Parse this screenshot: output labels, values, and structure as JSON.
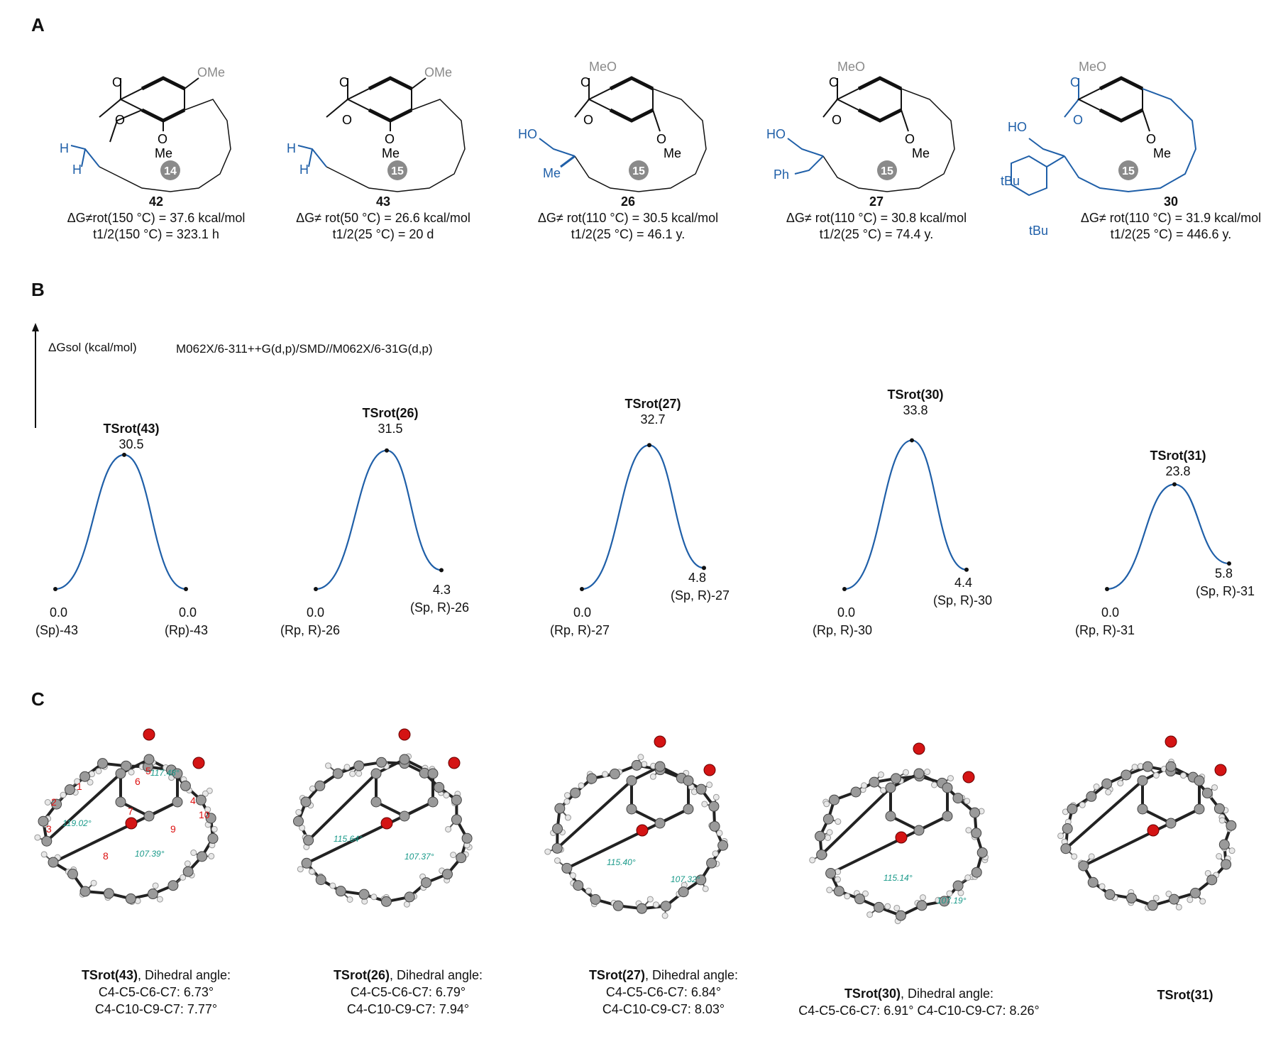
{
  "panels": {
    "a": "A",
    "b": "B",
    "c": "C"
  },
  "panelA": {
    "compounds": [
      {
        "id": "42",
        "ring": "14",
        "line1": "ΔG≠rot(150 °C) = 37.6 kcal/mol",
        "line2": "t1/2(150 °C) = 323.1 h",
        "ome_top": "OMe",
        "ome_bottom": "O",
        "me": "Me",
        "h1": "H",
        "h2": "H"
      },
      {
        "id": "43",
        "ring": "15",
        "line1": "ΔG≠ rot(50 °C) = 26.6 kcal/mol",
        "line2": "t1/2(25 °C) = 20 d",
        "ome_top": "OMe",
        "me": "Me",
        "h1": "H",
        "h2": "H"
      },
      {
        "id": "26",
        "ring": "15",
        "line1": "ΔG≠ rot(110 °C) = 30.5 kcal/mol",
        "line2": "t1/2(25 °C) = 46.1 y.",
        "ome_top": "MeO",
        "me": "Me",
        "ho": "HO",
        "sub": "Me"
      },
      {
        "id": "27",
        "ring": "15",
        "line1": "ΔG≠ rot(110 °C) = 30.8 kcal/mol",
        "line2": "t1/2(25 °C) = 74.4 y.",
        "ome_top": "MeO",
        "me": "Me",
        "ho": "HO",
        "sub": "Ph"
      },
      {
        "id": "30",
        "ring": "15",
        "line1": "ΔG≠ rot(110 °C) = 31.9 kcal/mol",
        "line2": "t1/2(25 °C) = 446.6 y.",
        "ome_top": "MeO",
        "me": "Me",
        "ho": "HO",
        "tbu1": "tBu",
        "tbu2": "tBu"
      }
    ]
  },
  "panelB": {
    "ylabel": "ΔGsol (kcal/mol)",
    "method": "M062X/6-311++G(d,p)/SMD//M062X/6-31G(d,p)",
    "curve_color": "#1f5fa8",
    "profiles": [
      {
        "ts": "TSrot(43)",
        "ts_energy": 30.5,
        "left_energy": 0.0,
        "right_energy": 0.0,
        "left_label": "(Sp)-43",
        "right_label": "(Rp)-43"
      },
      {
        "ts": "TSrot(26)",
        "ts_energy": 31.5,
        "left_energy": 0.0,
        "right_energy": 4.3,
        "left_label": "(Rp, R)-26",
        "right_label": "(Sp, R)-26"
      },
      {
        "ts": "TSrot(27)",
        "ts_energy": 32.7,
        "left_energy": 0.0,
        "right_energy": 4.8,
        "left_label": "(Rp, R)-27",
        "right_label": "(Sp, R)-27"
      },
      {
        "ts": "TSrot(30)",
        "ts_energy": 33.8,
        "left_energy": 0.0,
        "right_energy": 4.4,
        "left_label": "(Rp, R)-30",
        "right_label": "(Sp, R)-30"
      },
      {
        "ts": "TSrot(31)",
        "ts_energy": 23.8,
        "left_energy": 0.0,
        "right_energy": 5.8,
        "left_label": "(Rp, R)-31",
        "right_label": "(Sp, R)-31"
      }
    ]
  },
  "chart_data": {
    "type": "line",
    "title": "",
    "ylabel": "ΔGsol (kcal/mol)",
    "series": [
      {
        "name": "43",
        "x": [
          "(Sp)-43",
          "TSrot(43)",
          "(Rp)-43"
        ],
        "values": [
          0.0,
          30.5,
          0.0
        ]
      },
      {
        "name": "26",
        "x": [
          "(Rp, R)-26",
          "TSrot(26)",
          "(Sp, R)-26"
        ],
        "values": [
          0.0,
          31.5,
          4.3
        ]
      },
      {
        "name": "27",
        "x": [
          "(Rp, R)-27",
          "TSrot(27)",
          "(Sp, R)-27"
        ],
        "values": [
          0.0,
          32.7,
          4.8
        ]
      },
      {
        "name": "30",
        "x": [
          "(Rp, R)-30",
          "TSrot(30)",
          "(Sp, R)-30"
        ],
        "values": [
          0.0,
          33.8,
          4.4
        ]
      },
      {
        "name": "31",
        "x": [
          "(Rp, R)-31",
          "TSrot(31)",
          "(Sp, R)-31"
        ],
        "values": [
          0.0,
          23.8,
          5.8
        ]
      }
    ]
  },
  "panelC": {
    "structures": [
      {
        "ts": "TSrot(43)",
        "title_suffix": ", Dihedral angle:",
        "d1": "C4-C5-C6-C7: 6.73°",
        "d2": "C4-C10-C9-C7: 7.77°",
        "angles": [
          "117.48°",
          "119.02°",
          "107.39°"
        ],
        "numbers": [
          "1",
          "2",
          "3",
          "4",
          "5",
          "6",
          "7",
          "8",
          "9",
          "10"
        ]
      },
      {
        "ts": "TSrot(26)",
        "title_suffix": ", Dihedral angle:",
        "d1": "C4-C5-C6-C7: 6.79°",
        "d2": "C4-C10-C9-C7: 7.94°",
        "angles": [
          "115.64°",
          "107.37°"
        ]
      },
      {
        "ts": "TSrot(27)",
        "title_suffix": ", Dihedral angle:",
        "d1": "C4-C5-C6-C7: 6.84°",
        "d2": "C4-C10-C9-C7: 8.03°",
        "angles": [
          "115.40°",
          "107.32°"
        ]
      },
      {
        "ts": "TSrot(30)",
        "title_suffix": ", Dihedral angle:",
        "d1": "C4-C5-C6-C7: 6.91° C4-C10-C9-C7: 8.26°",
        "d2": "",
        "angles": [
          "115.14°",
          "107.19°"
        ]
      },
      {
        "ts": "TSrot(31)",
        "title_suffix": "",
        "d1": "",
        "d2": "",
        "angles": []
      }
    ]
  }
}
